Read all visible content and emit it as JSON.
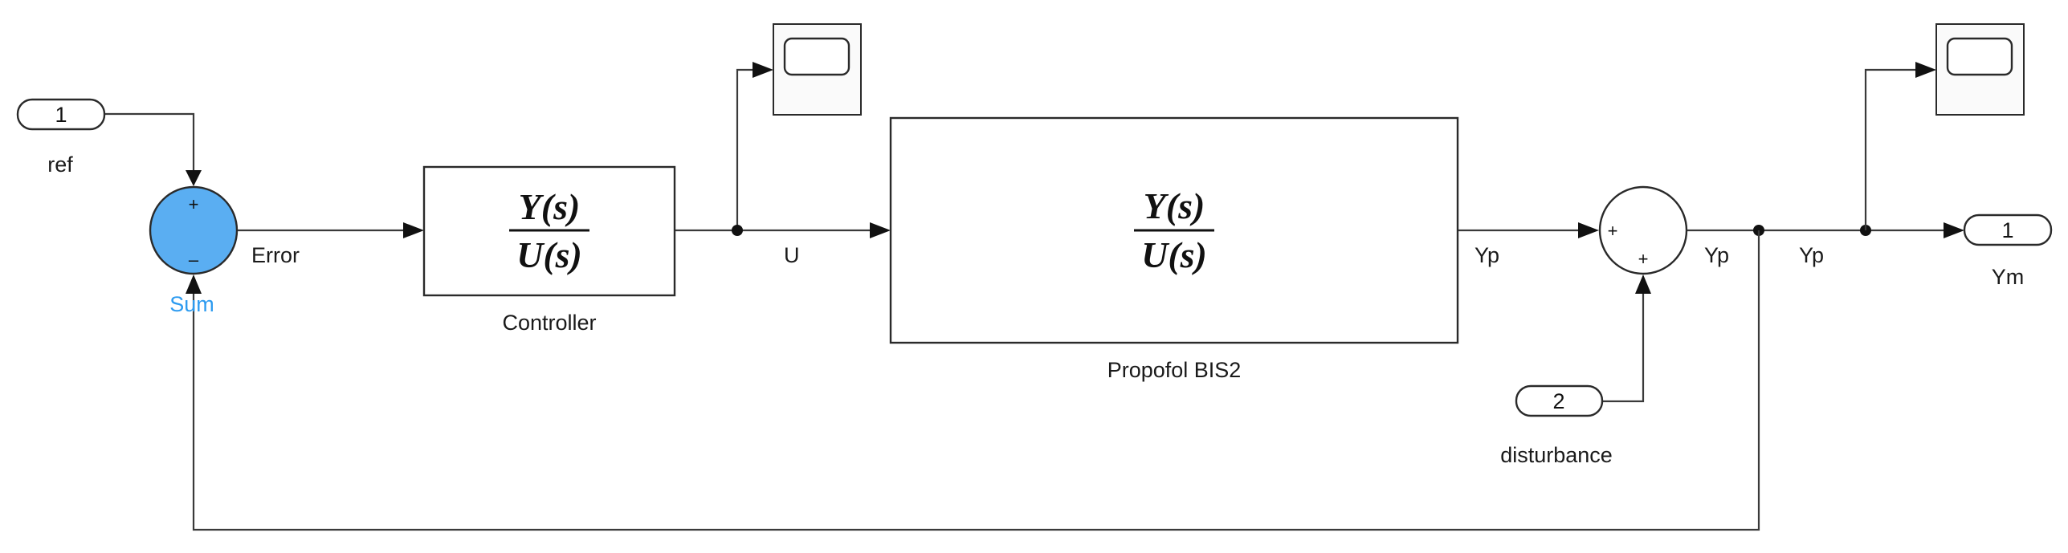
{
  "inports": [
    {
      "number": "1",
      "label": "ref"
    },
    {
      "number": "2",
      "label": "disturbance"
    }
  ],
  "outports": [
    {
      "number": "1",
      "label": "Ym"
    }
  ],
  "sum_error": {
    "label": "Sum",
    "sign_top": "+",
    "sign_bottom": "–",
    "fill_color": "#5aaef2"
  },
  "sum_disturbance": {
    "sign_left": "+",
    "sign_bottom": "+"
  },
  "controller": {
    "label": "Controller",
    "numerator": "Y(s)",
    "denominator": "U(s)"
  },
  "plant": {
    "label": "Propofol BIS2",
    "numerator": "Y(s)",
    "denominator": "U(s)"
  },
  "signals": {
    "error": "Error",
    "u": "U",
    "yp_plant": "Yp",
    "yp_sum": "Yp",
    "yp_out": "Yp"
  }
}
